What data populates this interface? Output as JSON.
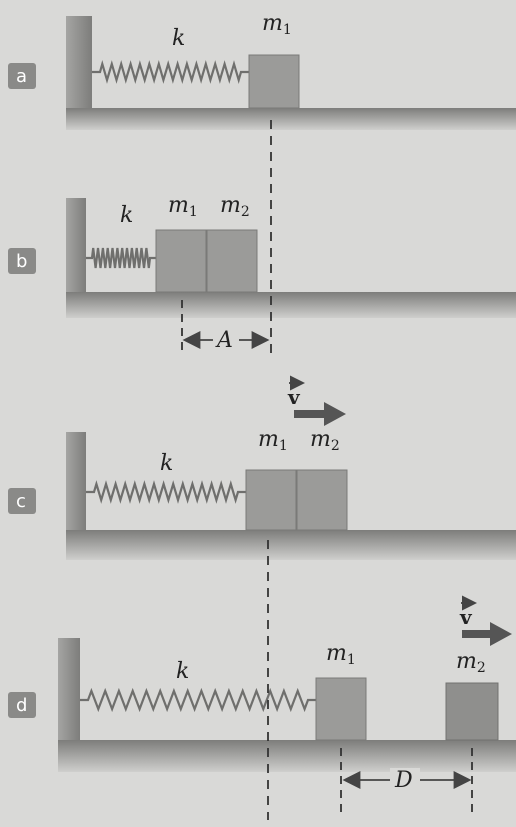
{
  "panels": {
    "a": {
      "tag": "a",
      "k": "k",
      "m1": "m",
      "m1_sub": "1"
    },
    "b": {
      "tag": "b",
      "k": "k",
      "m1": "m",
      "m1_sub": "1",
      "m2": "m",
      "m2_sub": "2",
      "A": "A"
    },
    "c": {
      "tag": "c",
      "k": "k",
      "m1": "m",
      "m1_sub": "1",
      "m2": "m",
      "m2_sub": "2",
      "v": "v"
    },
    "d": {
      "tag": "d",
      "k": "k",
      "m1": "m",
      "m1_sub": "1",
      "m2": "m",
      "m2_sub": "2",
      "v": "v",
      "D": "D"
    }
  },
  "colors": {
    "background": "#d9d9d7",
    "wall": "#8c8c8a",
    "block": "#9b9b99",
    "spring": "#6f6f6d",
    "tag": "#8a8a88",
    "arrow": "#555555"
  }
}
